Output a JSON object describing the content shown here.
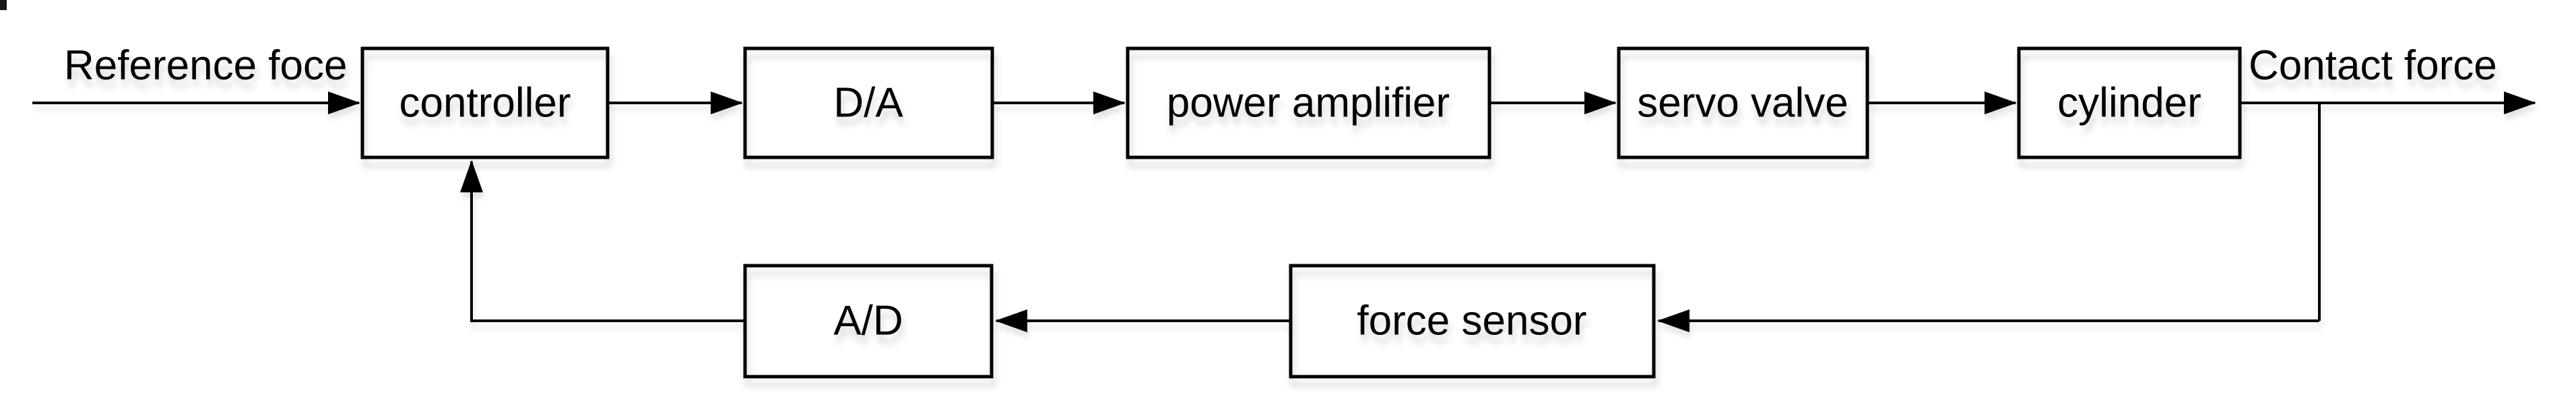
{
  "diagram": {
    "type": "control-system-block-diagram",
    "blocks": [
      {
        "id": "controller",
        "label": "controller"
      },
      {
        "id": "da-converter",
        "label": "D/A"
      },
      {
        "id": "power-amplifier",
        "label": "power amplifier"
      },
      {
        "id": "servo-valve",
        "label": "servo valve"
      },
      {
        "id": "cylinder",
        "label": "cylinder"
      },
      {
        "id": "ad-converter",
        "label": "A/D"
      },
      {
        "id": "force-sensor",
        "label": "force sensor"
      }
    ],
    "signals": {
      "input_label": "Reference foce",
      "output_label": "Contact force"
    },
    "flow": [
      "Reference foce -> controller -> D/A -> power amplifier -> servo valve -> cylinder -> Contact force",
      "Contact force -> force sensor -> A/D -> controller (feedback)"
    ],
    "colors": {
      "background": "#ffffff",
      "line": "#000000",
      "box_fill": "#ffffff",
      "text": "#000000"
    }
  }
}
